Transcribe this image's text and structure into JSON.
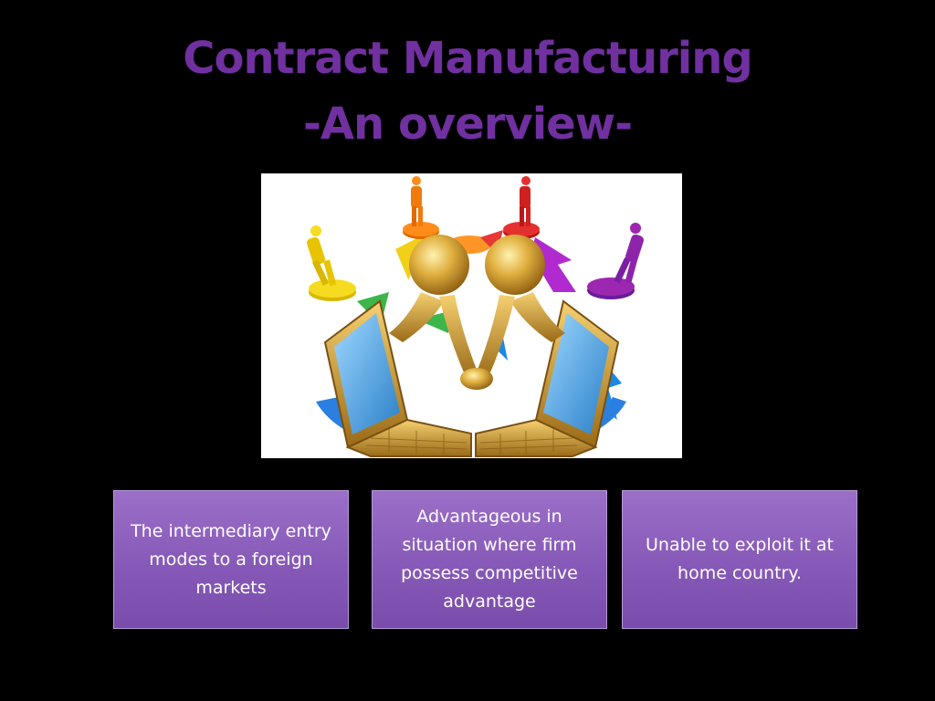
{
  "slide": {
    "title_line1": "Contract Manufacturing",
    "title_line2": "-An overview-",
    "colors": {
      "background": "#000000",
      "title": "#7030a0",
      "box_fill": "#8659b8",
      "box_text": "#ffffff"
    }
  },
  "illustration": {
    "icon": "business-handshake-laptops-illustration"
  },
  "boxes": [
    {
      "text": "The intermediary entry modes to a foreign markets"
    },
    {
      "text": "Advantageous in situation where firm possess competitive advantage"
    },
    {
      "text": "Unable to exploit it at home country."
    }
  ]
}
